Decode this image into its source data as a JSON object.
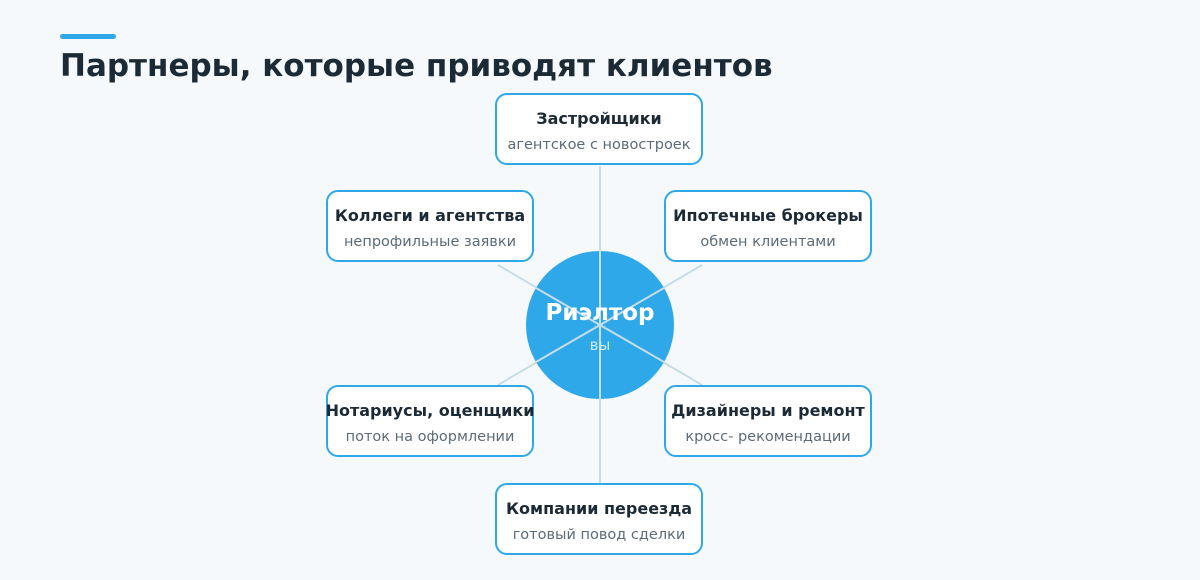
{
  "title": "Партнеры, которые приводят клиентов",
  "colors": {
    "accent": "#2ea8e8",
    "background": "#f5f9fc",
    "text_dark": "#1c2a36",
    "text_muted": "#5c6b76",
    "connector": "#c5dde9"
  },
  "center": {
    "title": "Риэлтор",
    "subtitle": "вы"
  },
  "partners": [
    {
      "title": "Застройщики",
      "subtitle": "агентское с новостроек"
    },
    {
      "title": "Коллеги и агентства",
      "subtitle": "непрофильные заявки"
    },
    {
      "title": "Ипотечные брокеры",
      "subtitle": "обмен клиентами"
    },
    {
      "title": "Нотариусы, оценщики",
      "subtitle": "поток на оформлении"
    },
    {
      "title": "Дизайнеры и ремонт",
      "subtitle": "кросс- рекомендации"
    },
    {
      "title": "Компании переезда",
      "subtitle": "готовый повод сделки"
    }
  ]
}
